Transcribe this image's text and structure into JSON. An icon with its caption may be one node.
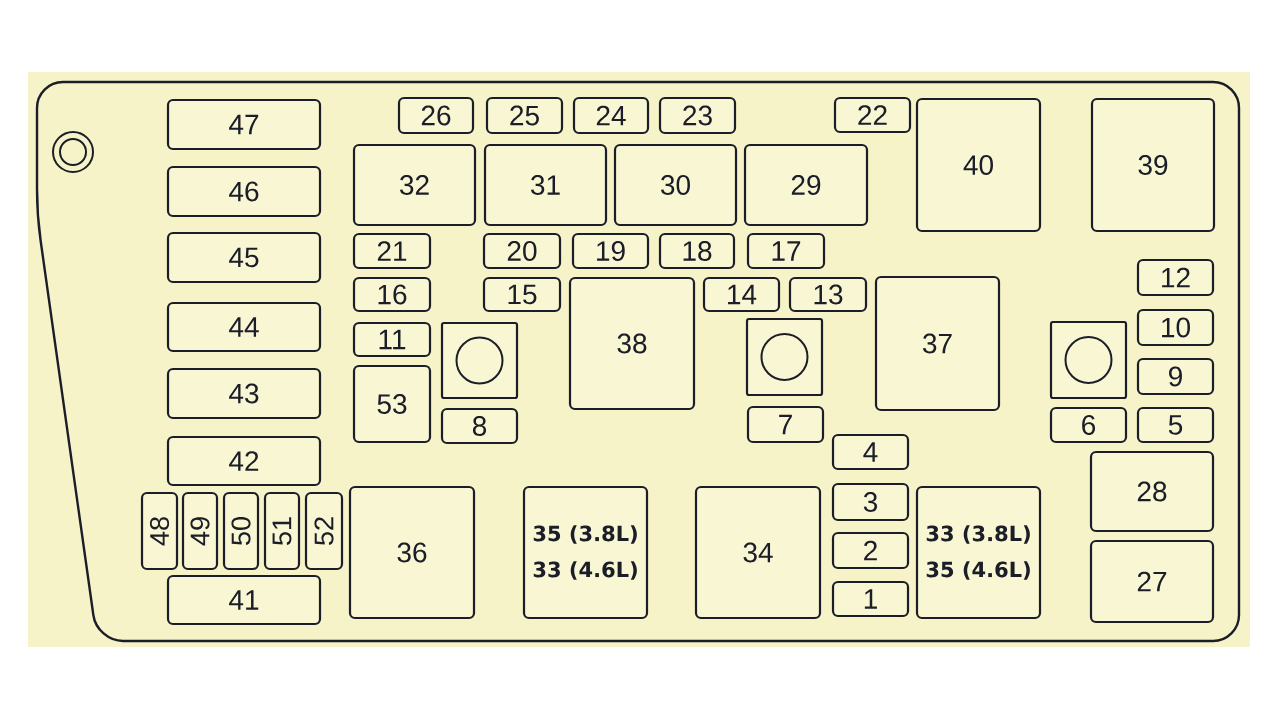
{
  "diagram": {
    "nodes": [
      {
        "text": [],
        "shape": "box"
      },
      {
        "text": [
          "47"
        ],
        "in": 0
      },
      {
        "text": [
          "46"
        ],
        "in": 0
      },
      {
        "text": [
          "45"
        ],
        "in": 0
      },
      {
        "text": [
          "44"
        ],
        "in": 0
      },
      {
        "text": [
          "43"
        ],
        "in": 0
      },
      {
        "text": [
          "42"
        ],
        "in": 0
      },
      {
        "text": [
          "48"
        ],
        "in": 0
      },
      {
        "text": [
          "49"
        ],
        "in": 0
      },
      {
        "text": [
          "50"
        ],
        "in": 0
      },
      {
        "text": [
          "51"
        ],
        "in": 0
      },
      {
        "text": [
          "52"
        ],
        "in": 0
      },
      {
        "text": [
          "41"
        ],
        "in": 0
      },
      {
        "text": [
          "26"
        ],
        "in": 0
      },
      {
        "text": [
          "25"
        ],
        "in": 0
      },
      {
        "text": [
          "24"
        ],
        "in": 0
      },
      {
        "text": [
          "23"
        ],
        "in": 0
      },
      {
        "text": [
          "22"
        ],
        "in": 0
      },
      {
        "text": [
          "40"
        ],
        "in": 0
      },
      {
        "text": [
          "39"
        ],
        "in": 0
      },
      {
        "text": [
          "32"
        ],
        "in": 0
      },
      {
        "text": [
          "31"
        ],
        "in": 0
      },
      {
        "text": [
          "30"
        ],
        "in": 0
      },
      {
        "text": [
          "29"
        ],
        "in": 0
      },
      {
        "text": [
          "21"
        ],
        "in": 0
      },
      {
        "text": [
          "20"
        ],
        "in": 0
      },
      {
        "text": [
          "19"
        ],
        "in": 0
      },
      {
        "text": [
          "18"
        ],
        "in": 0
      },
      {
        "text": [
          "17"
        ],
        "in": 0
      },
      {
        "text": [
          "16"
        ],
        "in": 0
      },
      {
        "text": [
          "15"
        ],
        "in": 0
      },
      {
        "text": [
          "38"
        ],
        "in": 0
      },
      {
        "text": [
          "14"
        ],
        "in": 0
      },
      {
        "text": [
          "13"
        ],
        "in": 0
      },
      {
        "text": [
          "37"
        ],
        "in": 0
      },
      {
        "text": [
          "12"
        ],
        "in": 0
      },
      {
        "text": [
          "11"
        ],
        "in": 0
      },
      {
        "text": [],
        "shape": "box",
        "in": 0
      },
      {
        "text": [],
        "shape": "box",
        "in": 0
      },
      {
        "text": [],
        "shape": "box",
        "in": 0
      },
      {
        "text": [
          "10"
        ],
        "in": 0
      },
      {
        "text": [
          "9"
        ],
        "in": 0
      },
      {
        "text": [
          "53"
        ],
        "in": 0
      },
      {
        "text": [
          "8"
        ],
        "in": 0
      },
      {
        "text": [
          "7"
        ],
        "in": 0
      },
      {
        "text": [
          "6"
        ],
        "in": 0
      },
      {
        "text": [
          "5"
        ],
        "in": 0
      },
      {
        "text": [
          "4"
        ],
        "in": 0
      },
      {
        "text": [
          "28"
        ],
        "in": 0
      },
      {
        "text": [
          "36"
        ],
        "in": 0
      },
      {
        "text": [
          "35 (3.8L)",
          "33 (4.6L)"
        ],
        "in": 0
      },
      {
        "text": [
          "34"
        ],
        "in": 0
      },
      {
        "text": [
          "3"
        ],
        "in": 0
      },
      {
        "text": [
          "2"
        ],
        "in": 0
      },
      {
        "text": [
          "1"
        ],
        "in": 0
      },
      {
        "text": [
          "33 (3.8L)",
          "35 (4.6L)"
        ],
        "in": 0
      },
      {
        "text": [
          "27"
        ],
        "in": 0
      }
    ],
    "edges": []
  }
}
